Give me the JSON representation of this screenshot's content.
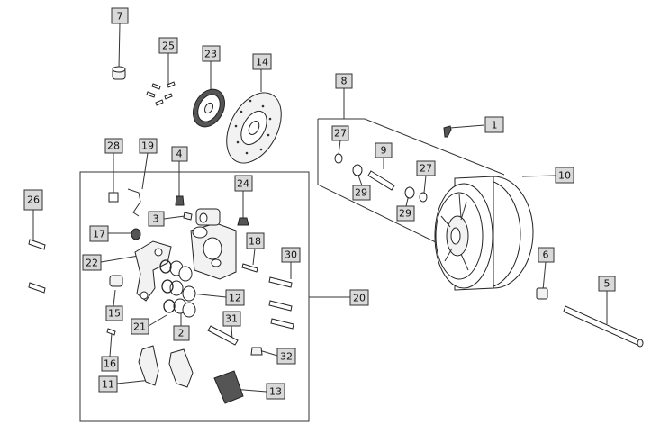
{
  "diagram": {
    "callouts": [
      "1",
      "2",
      "3",
      "4",
      "5",
      "6",
      "7",
      "8",
      "9",
      "10",
      "11",
      "12",
      "13",
      "14",
      "15",
      "16",
      "17",
      "18",
      "19",
      "20",
      "21",
      "22",
      "23",
      "24",
      "25",
      "26",
      "27",
      "27",
      "28",
      "29",
      "29",
      "30",
      "31",
      "32"
    ]
  }
}
